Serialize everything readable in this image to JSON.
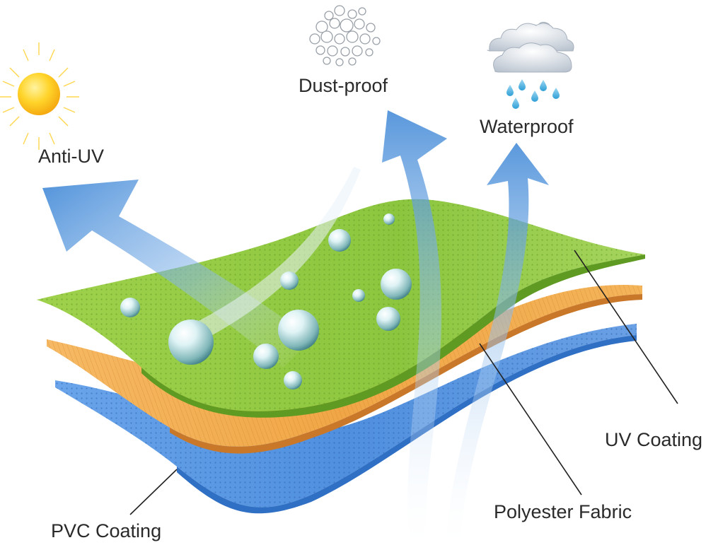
{
  "labels": {
    "anti_uv": "Anti-UV",
    "dust_proof": "Dust-proof",
    "waterproof": "Waterproof",
    "uv_coating": "UV Coating",
    "polyester_fabric": "Polyester Fabric",
    "pvc_coating": "PVC Coating"
  },
  "icons": [
    "sun-icon",
    "dust-cloud-icon",
    "rain-cloud-icon",
    "water-droplet-icon"
  ],
  "colors": {
    "uv_layer": "#8cc63f",
    "polyester_layer": "#f0a646",
    "pvc_layer": "#4f8fde",
    "arrow": "#3d86d6",
    "sun": "#ffc21a",
    "text": "#2a2a2a",
    "leader_line": "#222222"
  }
}
